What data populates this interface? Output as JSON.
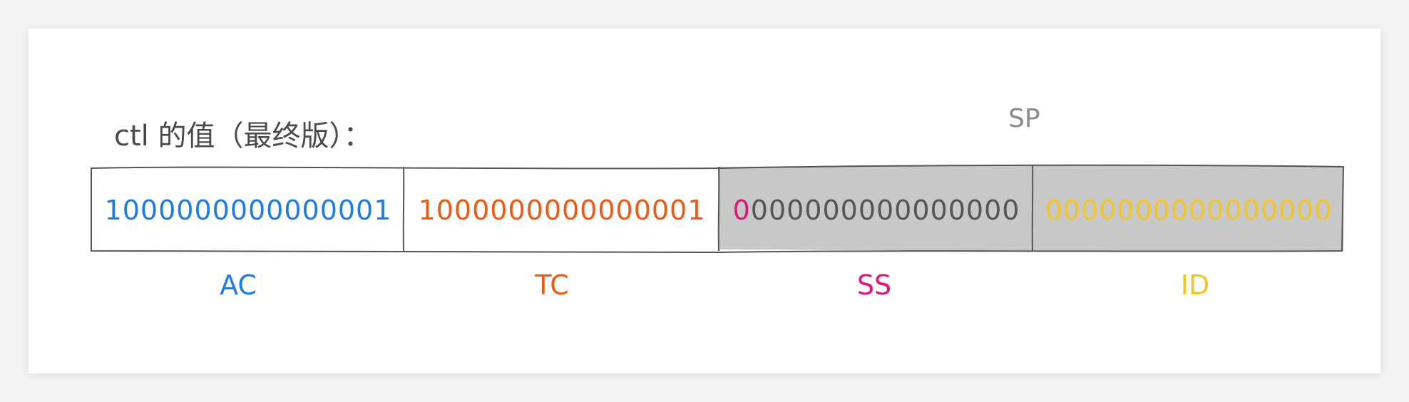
{
  "title": "ctl 的值（最终版）：",
  "sp_label": "SP",
  "fields": [
    {
      "label": "AC",
      "bits": "1000000000000001",
      "color": "#1e7ce8",
      "bg": "#ffffff"
    },
    {
      "label": "TC",
      "bits": "1000000000000001",
      "color": "#ee5a14",
      "bg": "#ffffff"
    },
    {
      "label": "SS",
      "first_bit": "0",
      "rest_bits": "000000000000000",
      "first_color": "#e0157d",
      "color": "#555555",
      "label_color": "#e0157d",
      "bg": "#c8c8c8"
    },
    {
      "label": "ID",
      "bits": "0000000000000000",
      "color": "#f2c52a",
      "bg": "#c8c8c8"
    }
  ]
}
